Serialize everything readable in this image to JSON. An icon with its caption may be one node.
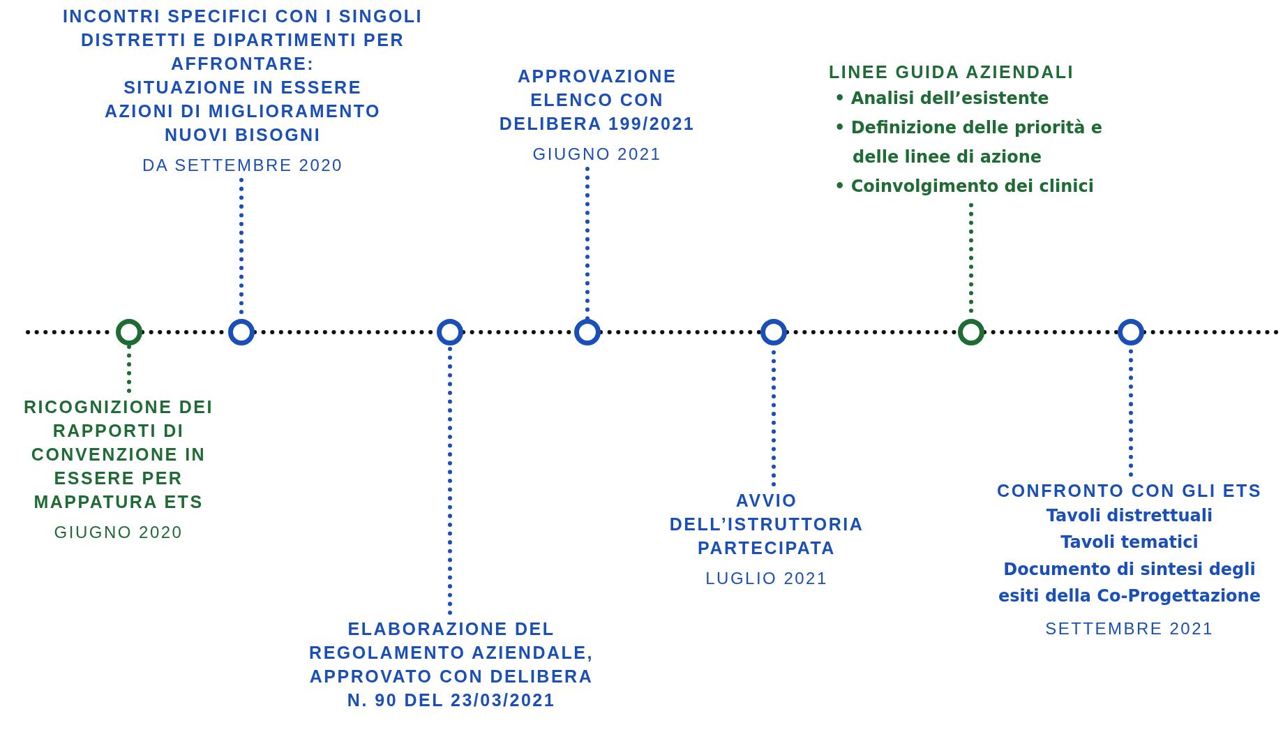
{
  "diagram": {
    "nodes": [
      {
        "text": [
          "INCONTRI SPECIFICI CON I SINGOLI DISTRETTI E DIPARTIMENTI PER AFFRONTARE:",
          "SITUAZIONE IN ESSERE",
          "AZIONI DI MIGLIORAMENTO",
          "NUOVI BISOGNI",
          "DA SETTEMBRE 2020"
        ]
      },
      {
        "text": [
          "APPROVAZIONE ELENCO CON DELIBERA 199/2021",
          "GIUGNO 2021"
        ]
      },
      {
        "text": [
          "LINEE GUIDA AZIENDALI",
          "• Analisi dell’esistente",
          "• Definizione delle priorità e delle linee di azione",
          "• Coinvolgimento dei clinici"
        ]
      },
      {
        "text": [],
        "shape": "circle"
      },
      {
        "text": [],
        "shape": "circle"
      },
      {
        "text": [],
        "shape": "circle"
      },
      {
        "text": [],
        "shape": "circle"
      },
      {
        "text": [],
        "shape": "circle"
      },
      {
        "text": [],
        "shape": "circle"
      },
      {
        "text": [],
        "shape": "circle"
      },
      {
        "text": [
          "RICOGNIZIONE DEI RAPPORTI DI CONVENZIONE IN ESSERE PER MAPPATURA ETS",
          "GIUGNO 2020"
        ]
      },
      {
        "text": [
          "ELABORAZIONE DEL REGOLAMENTO AZIENDALE, APPROVATO CON DELIBERA N. 90 DEL 23/03/2021"
        ]
      },
      {
        "text": [
          "AVVIO DELL’ISTRUTTORIA PARTECIPATA",
          "LUGLIO 2021"
        ]
      },
      {
        "text": [
          "CONFRONTO CON GLI ETS",
          "Tavoli distrettuali",
          "Tavoli tematici",
          "Documento di sintesi degli esiti della Co-Progettazione",
          "SETTEMBRE 2021"
        ]
      }
    ],
    "edges": [
      {
        "from": null,
        "to": 3,
        "arrow": "none",
        "style": "dashed"
      },
      {
        "from": 3,
        "to": 4,
        "arrow": "none",
        "style": "dashed"
      },
      {
        "from": 4,
        "to": 5,
        "arrow": "none",
        "style": "dashed"
      },
      {
        "from": 5,
        "to": 6,
        "arrow": "none",
        "style": "dashed"
      },
      {
        "from": 6,
        "to": 7,
        "arrow": "none",
        "style": "dashed"
      },
      {
        "from": 7,
        "to": 8,
        "arrow": "none",
        "style": "dashed"
      },
      {
        "from": 8,
        "to": 9,
        "arrow": "none",
        "style": "dashed"
      },
      {
        "from": 9,
        "to": null,
        "arrow": "none",
        "style": "dashed"
      },
      {
        "from": 0,
        "to": 4,
        "arrow": "none",
        "style": "dashed",
        "color": "#1b4fb8"
      },
      {
        "from": 1,
        "to": 6,
        "arrow": "none",
        "style": "dashed",
        "color": "#1b4fb8"
      },
      {
        "from": 2,
        "to": 8,
        "arrow": "none",
        "style": "dashed",
        "color": "#1e6b34"
      },
      {
        "from": 10,
        "to": 3,
        "arrow": "none",
        "style": "dashed",
        "color": "#1e6b34"
      },
      {
        "from": 11,
        "to": 5,
        "arrow": "none",
        "style": "dashed",
        "color": "#1b4fb8"
      },
      {
        "from": 12,
        "to": 7,
        "arrow": "none",
        "style": "dashed",
        "color": "#1b4fb8"
      },
      {
        "from": 13,
        "to": 9,
        "arrow": "none",
        "style": "dashed",
        "color": "#1b4fb8"
      }
    ]
  }
}
